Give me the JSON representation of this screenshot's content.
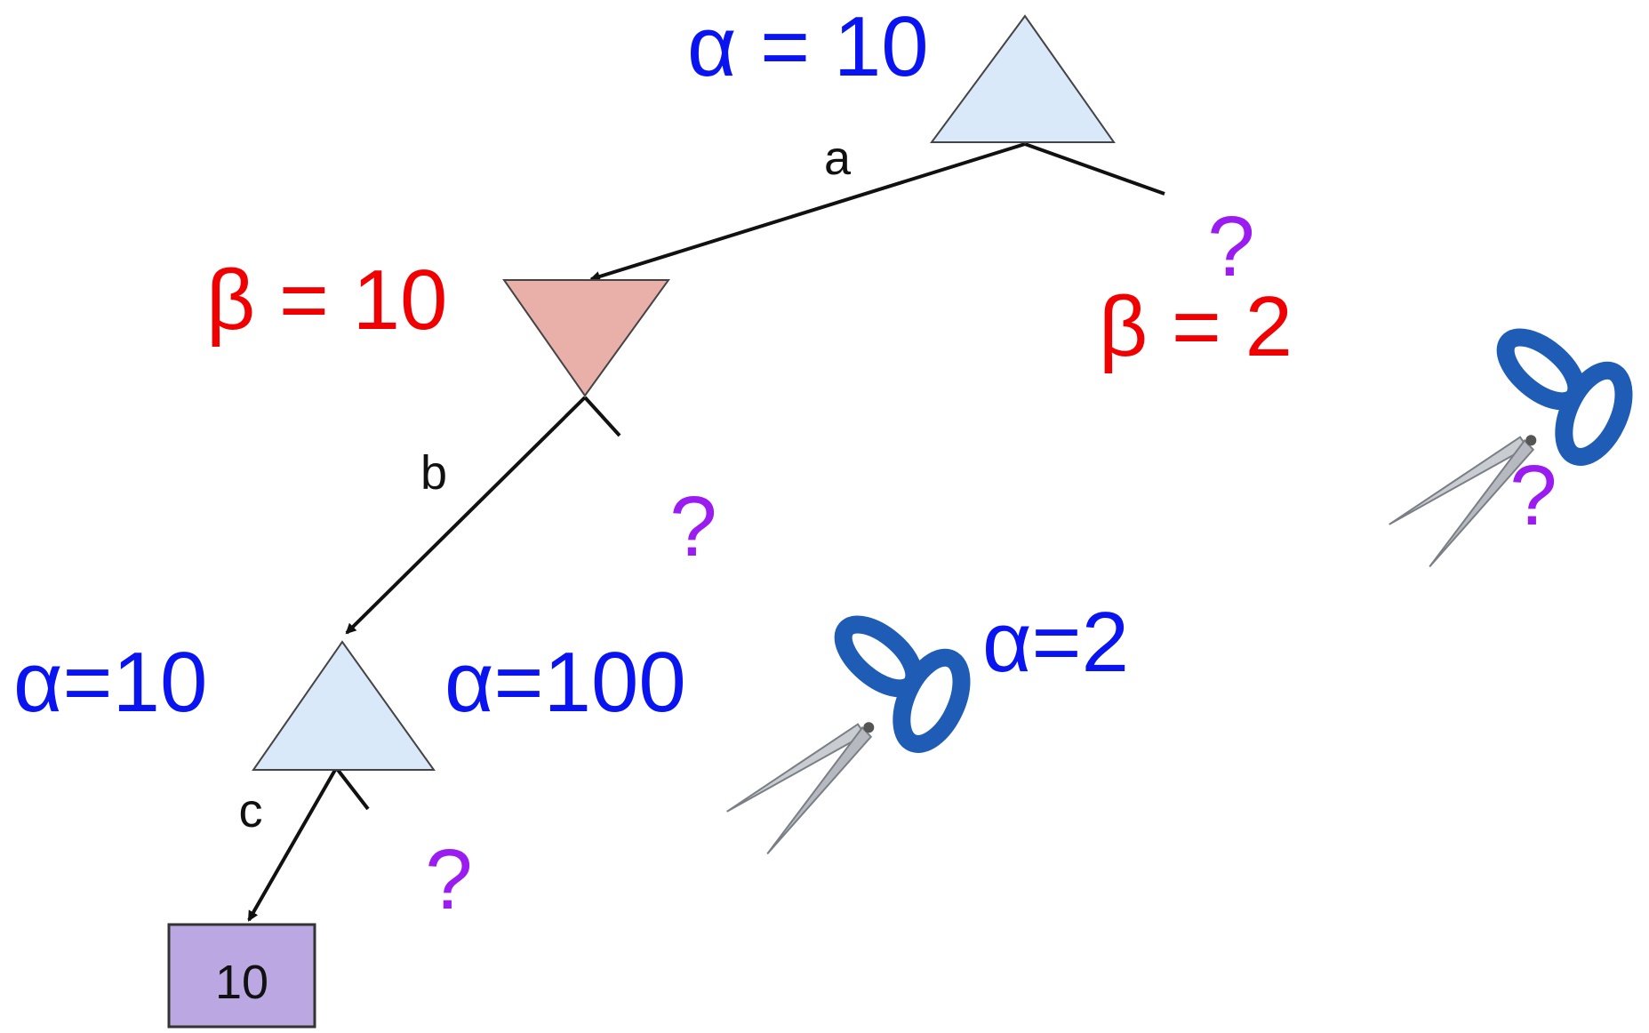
{
  "colors": {
    "alpha": "#0a14f0",
    "beta": "#f00000",
    "question": "#9b1cf0",
    "max_node_fill": "#d9e9fa",
    "min_node_fill": "#e8b0a8",
    "leaf_fill": "#bba8e2",
    "edge_stroke": "#111111",
    "scissors_handle": "#1f5cb6"
  },
  "root": {
    "label": "α = 10",
    "right_child": {
      "beta_label": "β = 2",
      "question": "?",
      "leaf_question": "?"
    }
  },
  "min_node": {
    "label": "β = 10",
    "right_question": "?"
  },
  "max_node": {
    "left_label": "α=10",
    "right_label": "α=100",
    "right_question": "?",
    "cut_label": "α=2"
  },
  "edges": {
    "a": "a",
    "b": "b",
    "c": "c"
  },
  "leaf": {
    "value": "10"
  },
  "icons": [
    "scissors-icon",
    "scissors-icon"
  ]
}
